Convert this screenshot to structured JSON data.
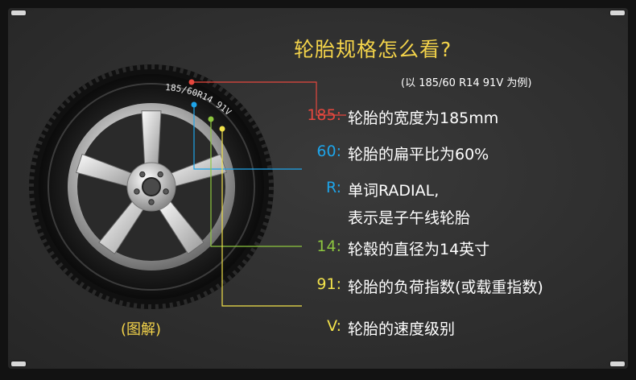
{
  "title": "轮胎规格怎么看?",
  "subtitle": "(以 185/60 R14 91V 为例)",
  "caption": "(图解)",
  "tire_marking": "185/60R14 91V",
  "colors": {
    "background": "#2f2f2f",
    "title": "#f3d34a",
    "red": "#e5473e",
    "blue": "#1ea4e9",
    "green": "#8dc63f",
    "yellow": "#f2e24b"
  },
  "callouts": [
    {
      "code": "185:",
      "code_color": "#e5473e",
      "line1": "轮胎的宽度为185mm",
      "line2": ""
    },
    {
      "code": "60:",
      "code_color": "#1ea4e9",
      "line1": "轮胎的扁平比为60%",
      "line2": ""
    },
    {
      "code": "R:",
      "code_color": "#1ea4e9",
      "line1": "单词RADIAL,",
      "line2": "表示是子午线轮胎"
    },
    {
      "code": "14:",
      "code_color": "#8dc63f",
      "line1": "轮毂的直径为14英寸",
      "line2": ""
    },
    {
      "code": "91:",
      "code_color": "#f2e24b",
      "line1": "轮胎的负荷指数(或载重指数)",
      "line2": ""
    },
    {
      "code": "V:",
      "code_color": "#f2e24b",
      "line1": "轮胎的速度级别",
      "line2": ""
    }
  ]
}
